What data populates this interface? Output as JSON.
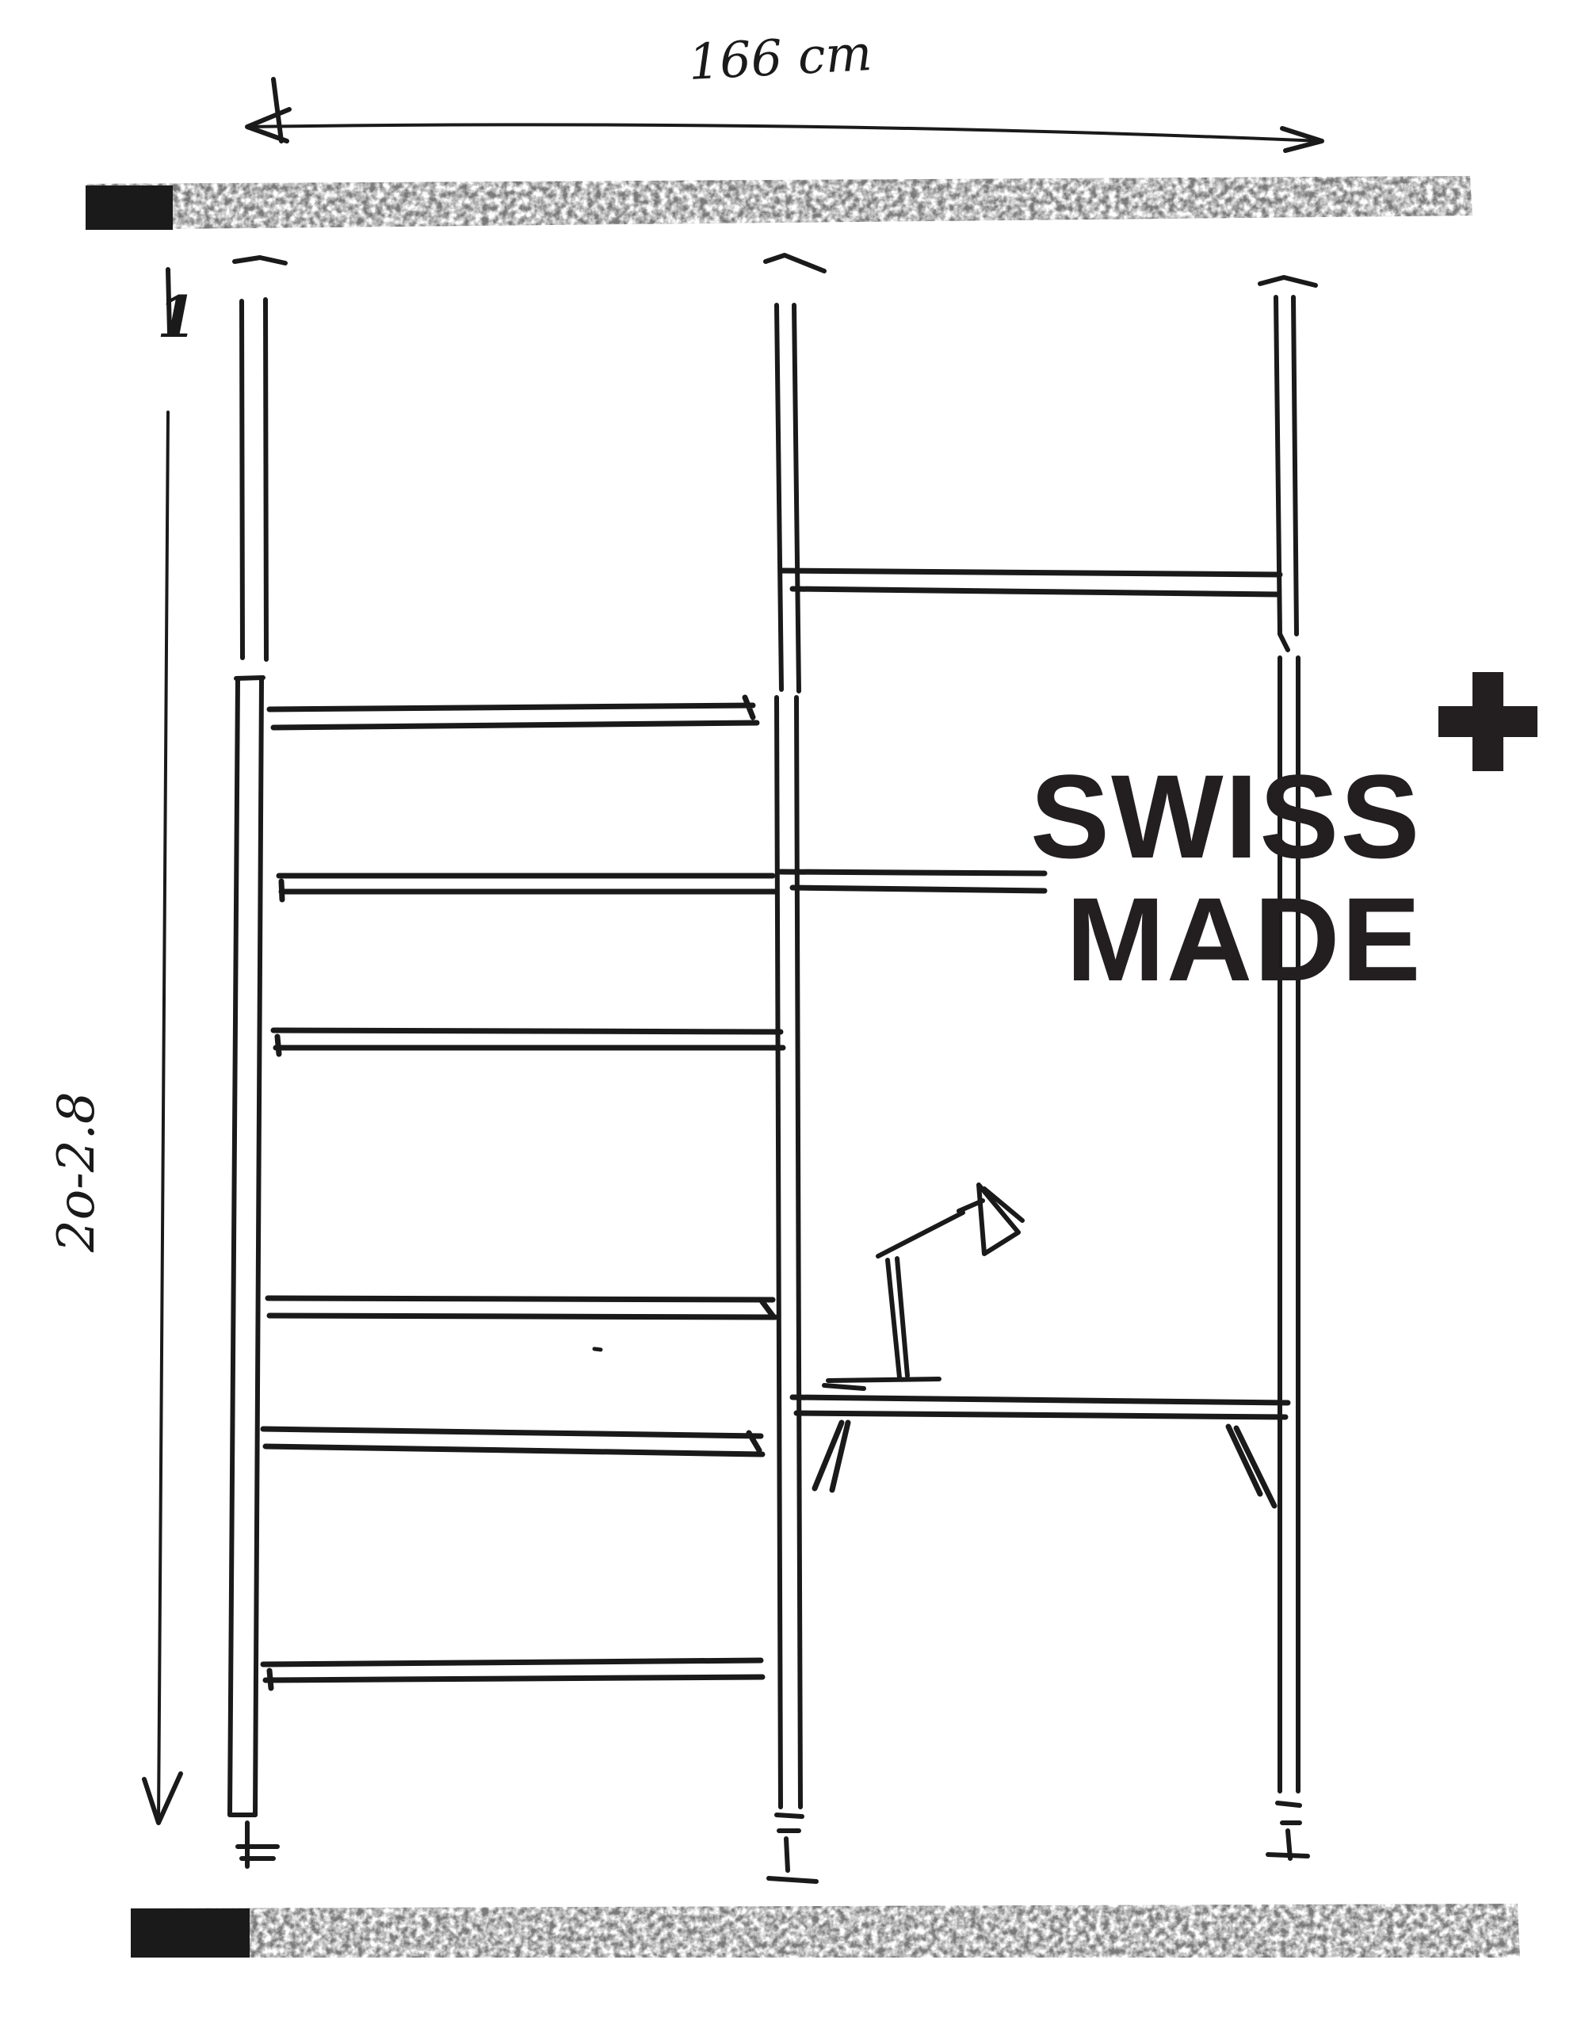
{
  "sketch": {
    "width_annotation": "166 cm",
    "height_annotation": "2o-2.8",
    "top_height_mark": "1",
    "ink_color": "#1a1a1a",
    "paper_color": "#ffffff"
  },
  "badge": {
    "line1": "SWISS",
    "line2": "MADE",
    "symbol": "plus-cross-icon",
    "color": "#231f20"
  }
}
